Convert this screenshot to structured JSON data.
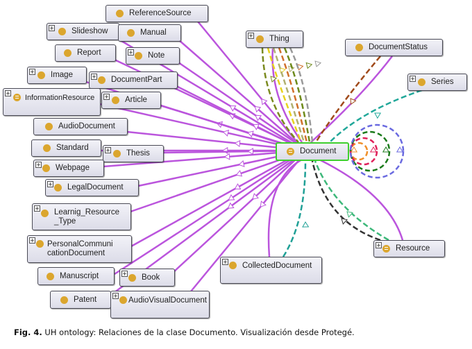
{
  "caption": {
    "prefix": "Fig. 4.",
    "text": " UH ontology: Relaciones de la clase Documento. Visualización desde Protegé."
  },
  "colors": {
    "subclass_edge": "#bb55dd",
    "focus_border": "#3fcf2f",
    "class_dot": "#dba62e"
  },
  "focus_node": {
    "id": "document",
    "label": "Document",
    "icon": "equivalent-class-icon"
  },
  "nodes": [
    {
      "id": "referencesource",
      "label": "ReferenceSource",
      "expandable": false,
      "icon": "class-icon"
    },
    {
      "id": "slideshow",
      "label": "Slideshow",
      "expandable": true,
      "icon": "class-icon"
    },
    {
      "id": "manual",
      "label": "Manual",
      "expandable": false,
      "icon": "class-icon"
    },
    {
      "id": "report",
      "label": "Report",
      "expandable": false,
      "icon": "class-icon"
    },
    {
      "id": "note",
      "label": "Note",
      "expandable": true,
      "icon": "class-icon"
    },
    {
      "id": "image",
      "label": "Image",
      "expandable": true,
      "icon": "class-icon"
    },
    {
      "id": "documentpart",
      "label": "DocumentPart",
      "expandable": true,
      "icon": "class-icon"
    },
    {
      "id": "informationresource",
      "label": "InformationResource",
      "expandable": true,
      "icon": "equivalent-class-icon"
    },
    {
      "id": "article",
      "label": "Article",
      "expandable": true,
      "icon": "class-icon"
    },
    {
      "id": "audiodocument",
      "label": "AudioDocument",
      "expandable": false,
      "icon": "class-icon"
    },
    {
      "id": "standard",
      "label": "Standard",
      "expandable": false,
      "icon": "class-icon"
    },
    {
      "id": "thesis",
      "label": "Thesis",
      "expandable": true,
      "icon": "class-icon"
    },
    {
      "id": "webpage",
      "label": "Webpage",
      "expandable": true,
      "icon": "class-icon"
    },
    {
      "id": "legaldocument",
      "label": "LegalDocument",
      "expandable": true,
      "icon": "class-icon"
    },
    {
      "id": "learnig_resource_type",
      "label": "Learnig_Resource\n_Type",
      "expandable": true,
      "icon": "class-icon"
    },
    {
      "id": "personalcommunicationdocument",
      "label": "PersonalCommuni\ncationDocument",
      "expandable": true,
      "icon": "class-icon"
    },
    {
      "id": "manuscript",
      "label": "Manuscript",
      "expandable": false,
      "icon": "class-icon"
    },
    {
      "id": "book",
      "label": "Book",
      "expandable": true,
      "icon": "class-icon"
    },
    {
      "id": "patent",
      "label": "Patent",
      "expandable": false,
      "icon": "class-icon"
    },
    {
      "id": "audiovisualdocument",
      "label": "AudioVisualDocument",
      "expandable": true,
      "icon": "class-icon"
    },
    {
      "id": "thing",
      "label": "Thing",
      "expandable": true,
      "icon": "class-icon"
    },
    {
      "id": "documentstatus",
      "label": "DocumentStatus",
      "expandable": false,
      "icon": "class-icon"
    },
    {
      "id": "series",
      "label": "Series",
      "expandable": true,
      "icon": "class-icon"
    },
    {
      "id": "collecteddocument",
      "label": "CollectedDocument",
      "expandable": true,
      "icon": "class-icon"
    },
    {
      "id": "resource",
      "label": "Resource",
      "expandable": true,
      "icon": "equivalent-class-icon"
    }
  ],
  "edges": [
    {
      "from": "referencesource",
      "to": "document",
      "kind": "subclass",
      "color": "#bb55dd"
    },
    {
      "from": "slideshow",
      "to": "document",
      "kind": "subclass",
      "color": "#bb55dd"
    },
    {
      "from": "manual",
      "to": "document",
      "kind": "subclass",
      "color": "#bb55dd"
    },
    {
      "from": "report",
      "to": "document",
      "kind": "subclass",
      "color": "#bb55dd"
    },
    {
      "from": "note",
      "to": "document",
      "kind": "subclass",
      "color": "#bb55dd"
    },
    {
      "from": "image",
      "to": "document",
      "kind": "subclass",
      "color": "#bb55dd"
    },
    {
      "from": "documentpart",
      "to": "document",
      "kind": "subclass",
      "color": "#bb55dd"
    },
    {
      "from": "informationresource",
      "to": "document",
      "kind": "subclass",
      "color": "#bb55dd"
    },
    {
      "from": "article",
      "to": "document",
      "kind": "subclass",
      "color": "#bb55dd"
    },
    {
      "from": "audiodocument",
      "to": "document",
      "kind": "subclass",
      "color": "#bb55dd"
    },
    {
      "from": "standard",
      "to": "document",
      "kind": "subclass",
      "color": "#bb55dd"
    },
    {
      "from": "thesis",
      "to": "document",
      "kind": "subclass",
      "color": "#bb55dd"
    },
    {
      "from": "webpage",
      "to": "document",
      "kind": "subclass",
      "color": "#bb55dd"
    },
    {
      "from": "legaldocument",
      "to": "document",
      "kind": "subclass",
      "color": "#bb55dd"
    },
    {
      "from": "learnig_resource_type",
      "to": "document",
      "kind": "subclass",
      "color": "#bb55dd"
    },
    {
      "from": "personalcommunicationdocument",
      "to": "document",
      "kind": "subclass",
      "color": "#bb55dd"
    },
    {
      "from": "manuscript",
      "to": "document",
      "kind": "subclass",
      "color": "#bb55dd"
    },
    {
      "from": "book",
      "to": "document",
      "kind": "subclass",
      "color": "#bb55dd"
    },
    {
      "from": "patent",
      "to": "document",
      "kind": "subclass",
      "color": "#bb55dd"
    },
    {
      "from": "audiovisualdocument",
      "to": "document",
      "kind": "subclass",
      "color": "#bb55dd"
    },
    {
      "from": "document",
      "to": "thing",
      "kind": "subclass",
      "color": "#bb55dd"
    },
    {
      "from": "document",
      "to": "documentstatus",
      "kind": "subclass",
      "color": "#bb55dd"
    },
    {
      "from": "document",
      "to": "collecteddocument",
      "kind": "subclass",
      "color": "#bb55dd"
    },
    {
      "from": "document",
      "to": "resource",
      "kind": "subclass",
      "color": "#bb55dd"
    },
    {
      "from": "thing",
      "to": "document",
      "kind": "property",
      "color": "#7a8a1e"
    },
    {
      "from": "thing",
      "to": "document",
      "kind": "property",
      "color": "#e8d21e"
    },
    {
      "from": "thing",
      "to": "document",
      "kind": "property",
      "color": "#b0b070"
    },
    {
      "from": "thing",
      "to": "document",
      "kind": "property",
      "color": "#d0702a"
    },
    {
      "from": "thing",
      "to": "document",
      "kind": "property",
      "color": "#6e8a1a"
    },
    {
      "from": "thing",
      "to": "document",
      "kind": "property",
      "color": "#999999"
    },
    {
      "from": "documentstatus",
      "to": "document",
      "kind": "property",
      "color": "#a04a1a"
    },
    {
      "from": "series",
      "to": "document",
      "kind": "property",
      "color": "#22a89a"
    },
    {
      "from": "collecteddocument",
      "to": "document",
      "kind": "property",
      "color": "#1fa096"
    },
    {
      "from": "resource",
      "to": "document",
      "kind": "property",
      "color": "#333333"
    },
    {
      "from": "resource",
      "to": "document",
      "kind": "property",
      "color": "#3db87a"
    },
    {
      "from": "document",
      "to": "document",
      "kind": "self-loop",
      "color": "#f0902a"
    },
    {
      "from": "document",
      "to": "document",
      "kind": "self-loop",
      "color": "#e0205a"
    },
    {
      "from": "document",
      "to": "document",
      "kind": "self-loop",
      "color": "#1a7a1a"
    },
    {
      "from": "document",
      "to": "document",
      "kind": "self-loop",
      "color": "#6a6ae0"
    }
  ]
}
